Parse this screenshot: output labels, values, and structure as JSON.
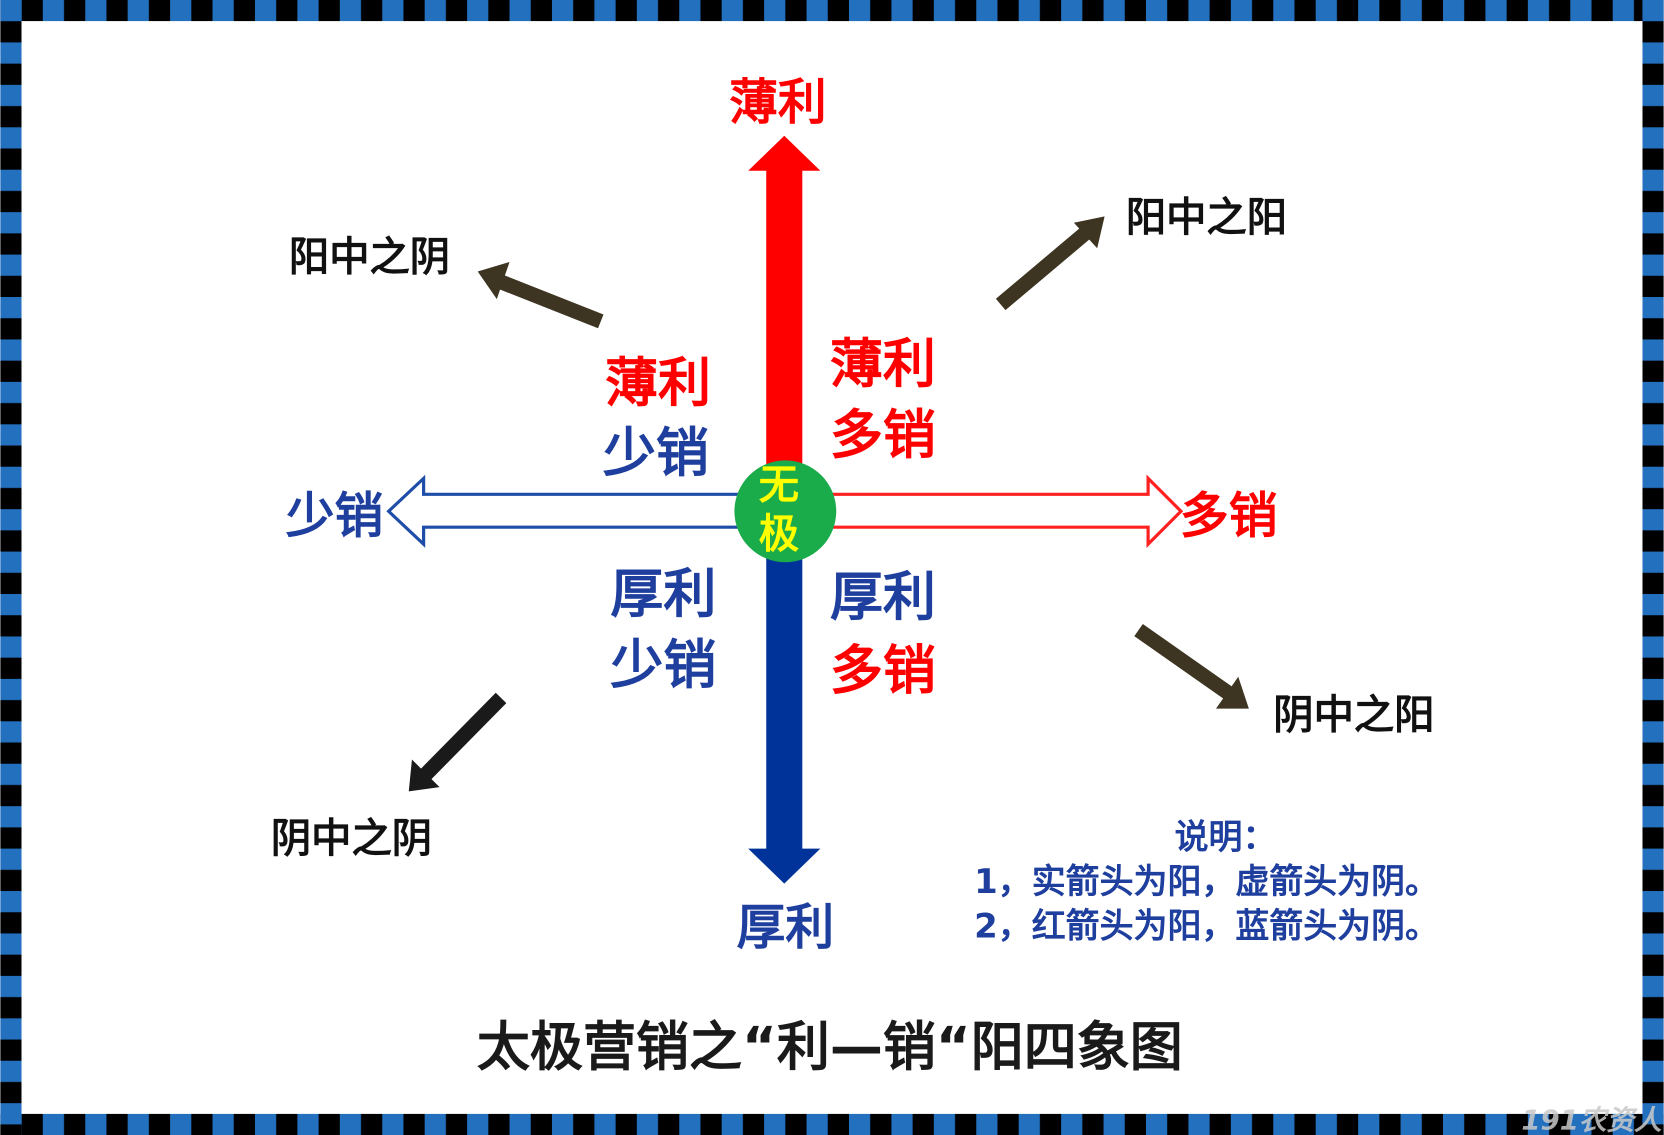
{
  "colors": {
    "red": "#ff0000",
    "blue": "#003399",
    "green": "#1aab4b",
    "yellow": "#ffff00",
    "arrow_brown": "#3d3421",
    "border_blue": "#2370bf"
  },
  "axis": {
    "top": "薄利",
    "bottom": "厚利",
    "left": "少销",
    "right": "多销",
    "center_line1": "无",
    "center_line2": "极"
  },
  "quadrants": {
    "top_left": {
      "line1": "薄利",
      "line2": "少销"
    },
    "top_right": {
      "line1": "薄利",
      "line2": "多销"
    },
    "bottom_left": {
      "line1": "厚利",
      "line2": "少销"
    },
    "bottom_right": {
      "line1": "厚利",
      "line2": "多销"
    }
  },
  "diagonals": {
    "top_left": "阳中之阴",
    "top_right": "阳中之阳",
    "bottom_right": "阴中之阳",
    "bottom_left": "阴中之阴"
  },
  "legend": {
    "heading": "说明：",
    "line1": "1，实箭头为阳，虚箭头为阴。",
    "line2": "2，红箭头为阳，蓝箭头为阴。"
  },
  "title": "太极营销之“利—销“阳四象图",
  "watermark": "191农资人"
}
